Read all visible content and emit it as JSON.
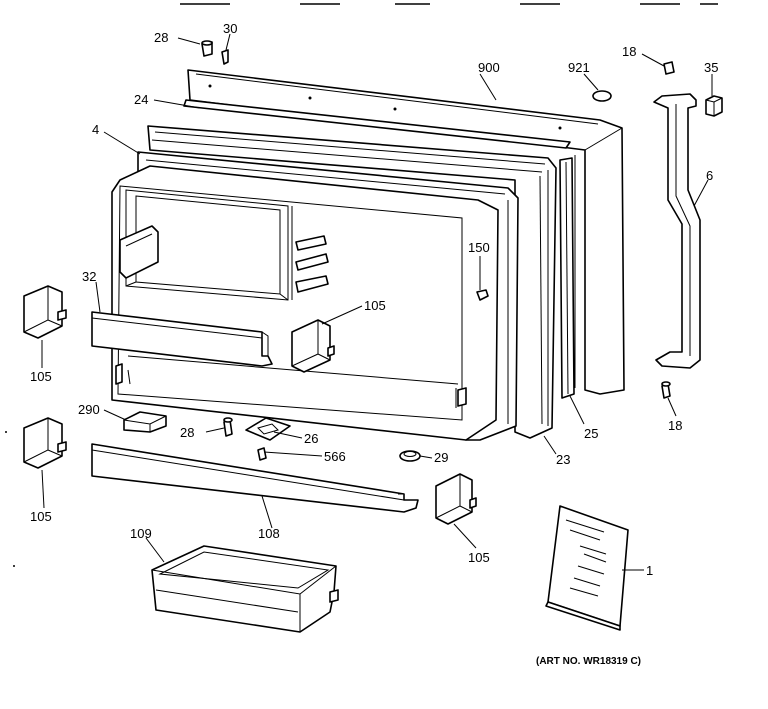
{
  "callouts": {
    "c28a": "28",
    "c30": "30",
    "c900": "900",
    "c921": "921",
    "c18a": "18",
    "c35": "35",
    "c24": "24",
    "c4": "4",
    "c6": "6",
    "c150": "150",
    "c32": "32",
    "c105a": "105",
    "c105b": "105",
    "c290": "290",
    "c28b": "28",
    "c26": "26",
    "c566": "566",
    "c29": "29",
    "c23": "23",
    "c25": "25",
    "c18b": "18",
    "c105c": "105",
    "c108": "108",
    "c105d": "105",
    "c109": "109",
    "c1": "1"
  },
  "art_number": "(ART NO. WR18319 C)"
}
